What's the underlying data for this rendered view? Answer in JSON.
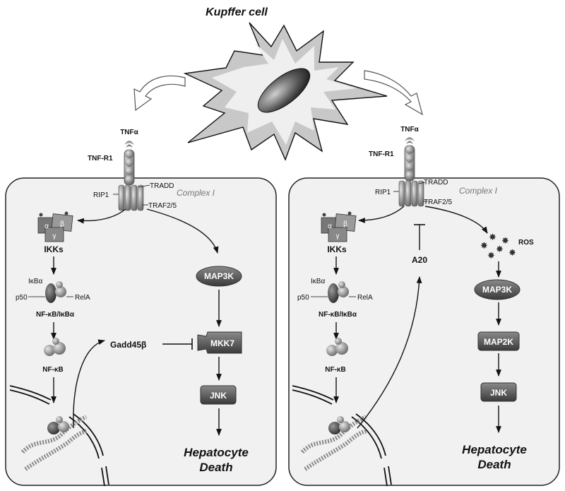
{
  "title": "Kupffer cell",
  "left_panel": {
    "tnf": "TNFα",
    "receptor": "TNF-R1",
    "tradd": "TRADD",
    "rip1": "RIP1",
    "traf": "TRAF2/5",
    "complex": "Complex I",
    "ikk_alpha": "α",
    "ikk_beta": "β",
    "ikk_gamma": "γ",
    "ikks": "IKKs",
    "ikba": "IκBα",
    "p50": "p50",
    "rela": "RelA",
    "nfkb_complex": "NF-κB/IκBα",
    "nfkb": "NF-κB",
    "gadd": "Gadd45β",
    "map3k": "MAP3K",
    "mkk7": "MKK7",
    "jnk": "JNK",
    "outcome_line1": "Hepatocyte",
    "outcome_line2": "Death"
  },
  "right_panel": {
    "tnf": "TNFα",
    "receptor": "TNF-R1",
    "tradd": "TRADD",
    "rip1": "RIP1",
    "traf": "TRAF2/5",
    "complex": "Complex I",
    "ikk_alpha": "α",
    "ikk_beta": "β",
    "ikk_gamma": "γ",
    "ikks": "IKKs",
    "ikba": "IκBα",
    "p50": "p50",
    "rela": "RelA",
    "nfkb_complex": "NF-κB/IκBα",
    "nfkb": "NF-κB",
    "a20": "A20",
    "ros": "ROS",
    "map3k": "MAP3K",
    "map2k": "MAP2K",
    "jnk": "JNK",
    "outcome_line1": "Hepatocyte",
    "outcome_line2": "Death"
  }
}
